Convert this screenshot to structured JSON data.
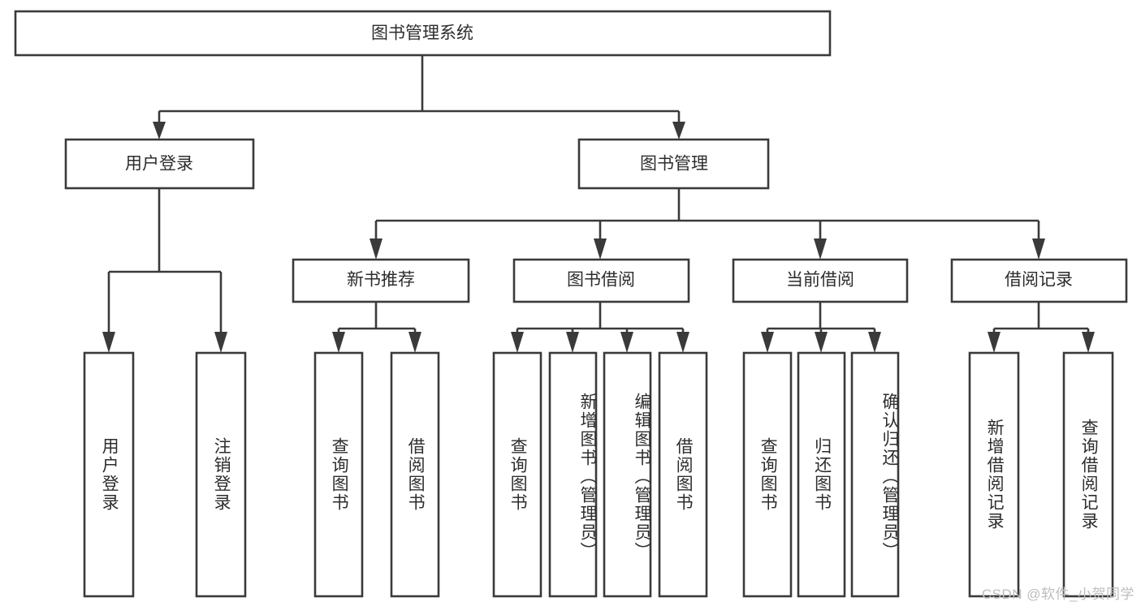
{
  "diagram": {
    "type": "tree-hierarchy",
    "title": "图书管理系统",
    "orientation": "top-down",
    "colors": {
      "box_stroke": "#3a3a3a",
      "box_fill": "#ffffff",
      "text": "#2d2d2d",
      "background": "#ffffff",
      "watermark": "#bdbdbd"
    },
    "levels": {
      "root": {
        "label": "图书管理系统"
      },
      "level2": [
        {
          "label": "用户登录"
        },
        {
          "label": "图书管理"
        }
      ],
      "level3": [
        {
          "label": "新书推荐"
        },
        {
          "label": "图书借阅"
        },
        {
          "label": "当前借阅"
        },
        {
          "label": "借阅记录"
        }
      ],
      "leaves": [
        {
          "label": "用户登录",
          "parent": "用户登录"
        },
        {
          "label": "注销登录",
          "parent": "用户登录"
        },
        {
          "label": "查询图书",
          "parent": "新书推荐"
        },
        {
          "label": "借阅图书",
          "parent": "新书推荐"
        },
        {
          "label": "查询图书",
          "parent": "图书借阅"
        },
        {
          "label": "新增图书（管理员）",
          "parent": "图书借阅"
        },
        {
          "label": "编辑图书（管理员）",
          "parent": "图书借阅"
        },
        {
          "label": "借阅图书",
          "parent": "图书借阅"
        },
        {
          "label": "查询图书",
          "parent": "当前借阅"
        },
        {
          "label": "归还图书",
          "parent": "当前借阅"
        },
        {
          "label": "确认归还（管理员）",
          "parent": "当前借阅"
        },
        {
          "label": "新增借阅记录",
          "parent": "借阅记录"
        },
        {
          "label": "查询借阅记录",
          "parent": "借阅记录"
        }
      ]
    }
  },
  "watermark": {
    "text": "CSDN @软件_小贺同学"
  }
}
